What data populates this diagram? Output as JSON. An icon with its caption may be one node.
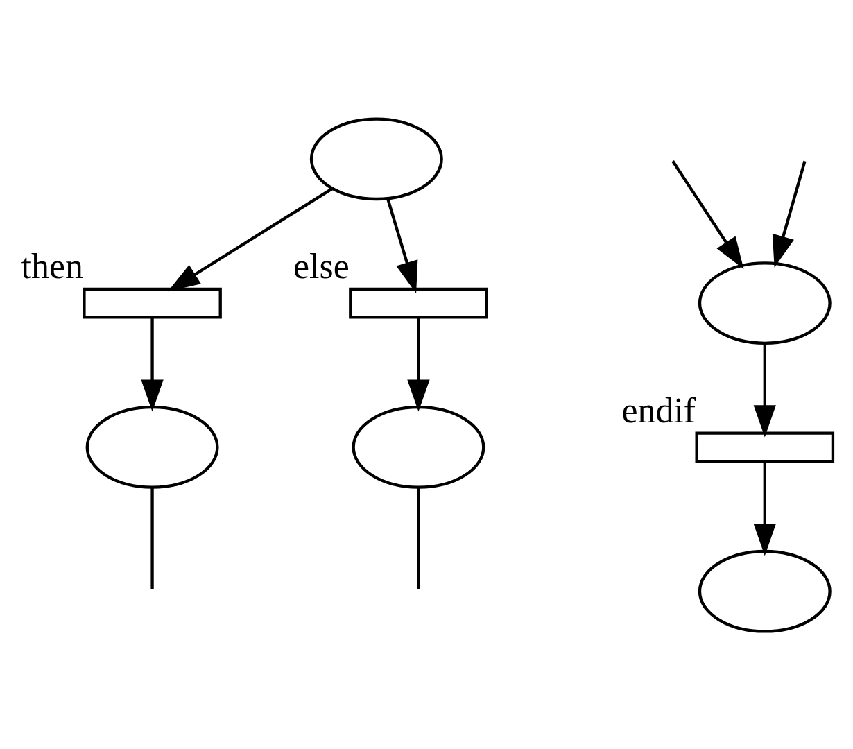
{
  "diagram": {
    "nodes": [
      {
        "text": [],
        "shape": "ellipse"
      },
      {
        "text": [],
        "shape": "bar",
        "beside": [
          "then"
        ]
      },
      {
        "text": [],
        "shape": "bar",
        "beside": [
          "else"
        ]
      },
      {
        "text": [],
        "shape": "ellipse"
      },
      {
        "text": [],
        "shape": "ellipse"
      },
      {
        "text": [],
        "shape": "ellipse"
      },
      {
        "text": [],
        "shape": "bar",
        "beside": [
          "endif"
        ]
      },
      {
        "text": [],
        "shape": "ellipse"
      }
    ],
    "edges": [
      {
        "from": 0,
        "to": 1,
        "arrow": "to"
      },
      {
        "from": 0,
        "to": 2,
        "arrow": "to"
      },
      {
        "from": 1,
        "to": 3,
        "arrow": "to"
      },
      {
        "from": 2,
        "to": 4,
        "arrow": "to"
      },
      {
        "from": 3,
        "to": null,
        "arrow": "none"
      },
      {
        "from": 4,
        "to": null,
        "arrow": "none"
      },
      {
        "from": null,
        "to": 5,
        "arrow": "to"
      },
      {
        "from": null,
        "to": 5,
        "arrow": "to"
      },
      {
        "from": 5,
        "to": 6,
        "arrow": "to"
      },
      {
        "from": 6,
        "to": 7,
        "arrow": "to"
      }
    ]
  }
}
